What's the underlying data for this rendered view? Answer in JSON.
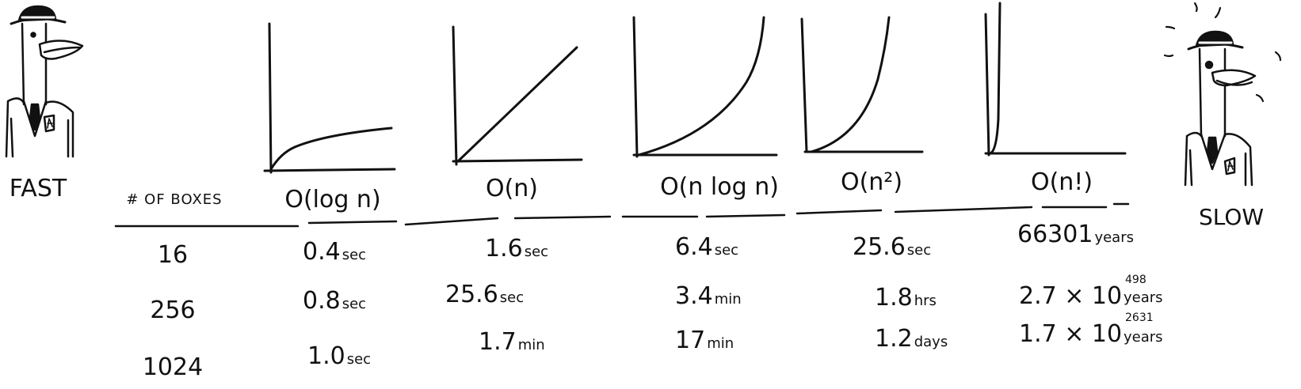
{
  "labels": {
    "fast": "FAST",
    "slow": "SLOW",
    "rows_header": "# OF BOXES"
  },
  "complexities": [
    {
      "name": "O(log n)"
    },
    {
      "name": "O(n)"
    },
    {
      "name": "O(n log n)"
    },
    {
      "name": "O(n²)"
    },
    {
      "name": "O(n!)"
    }
  ],
  "rows": [
    {
      "boxes": "16",
      "times": [
        {
          "value": "0.4",
          "unit": "sec"
        },
        {
          "value": "1.6",
          "unit": "sec"
        },
        {
          "value": "6.4",
          "unit": "sec"
        },
        {
          "value": "25.6",
          "unit": "sec"
        },
        {
          "value": "66301",
          "unit": "years",
          "exp": ""
        }
      ]
    },
    {
      "boxes": "256",
      "times": [
        {
          "value": "0.8",
          "unit": "sec"
        },
        {
          "value": "25.6",
          "unit": "sec"
        },
        {
          "value": "3.4",
          "unit": "min"
        },
        {
          "value": "1.8",
          "unit": "hrs"
        },
        {
          "value": "2.7 × 10",
          "unit": "years",
          "exp": "498"
        }
      ]
    },
    {
      "boxes": "1024",
      "times": [
        {
          "value": "1.0",
          "unit": "sec"
        },
        {
          "value": "1.7",
          "unit": "min"
        },
        {
          "value": "17",
          "unit": "min"
        },
        {
          "value": "1.2",
          "unit": "days"
        },
        {
          "value": "1.7 × 10",
          "unit": "years",
          "exp": "2631"
        }
      ]
    }
  ],
  "colors": {
    "ink": "#111111",
    "background": "#ffffff"
  },
  "icons": {
    "fast_character": "calm-duck-detective-icon",
    "slow_character": "sweating-duck-detective-icon"
  }
}
